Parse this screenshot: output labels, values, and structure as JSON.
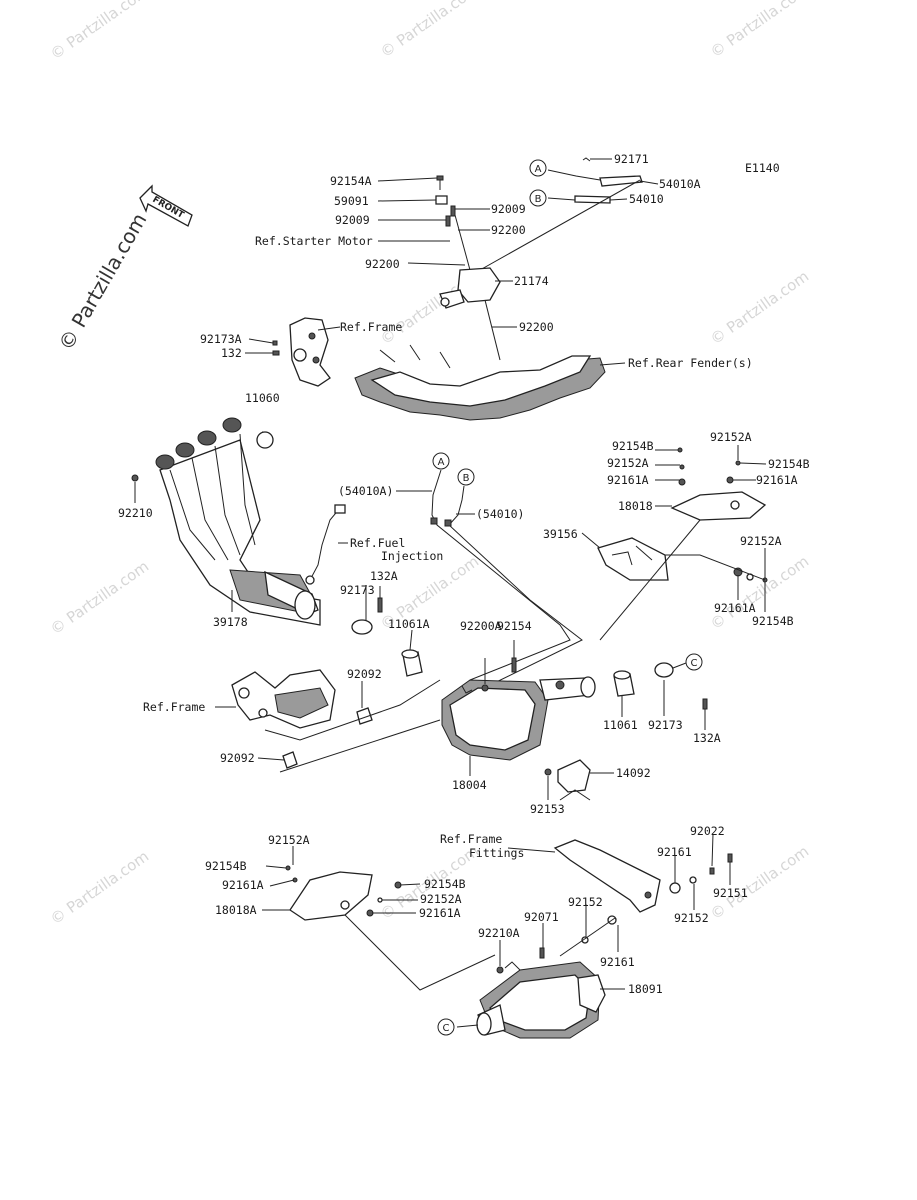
{
  "diagram_code": "E1140",
  "watermark": "© Partzilla.com",
  "big_watermark": "© Partzilla.com",
  "front_label": "FRONT",
  "callouts": [
    "A",
    "B",
    "A",
    "B",
    "C",
    "C"
  ],
  "labels": {
    "p92171": "92171",
    "p54010A": "54010A",
    "p54010": "54010",
    "p92154A": "92154A",
    "p59091": "59091",
    "p92009a": "92009",
    "p92009b": "92009",
    "p92200a": "92200",
    "ref_starter": "Ref.Starter Motor",
    "p92200b": "92200",
    "p21174": "21174",
    "p92173A": "92173A",
    "ref_frame1": "Ref.Frame",
    "p132": "132",
    "p92200c": "92200",
    "ref_rear_fender": "Ref.Rear Fender(s)",
    "p11060": "11060",
    "p92210": "92210",
    "p54010A_paren": "(54010A)",
    "p54010_paren": "(54010)",
    "ref_fuel1": "Ref.Fuel",
    "ref_fuel2": "Injection",
    "p132A": "132A",
    "p92173": "92173",
    "p39178": "39178",
    "p11061A": "11061A",
    "p92154B_r1": "92154B",
    "p92152A_r1": "92152A",
    "p92152A_r2": "92152A",
    "p92154B_r2": "92154B",
    "p92161A_r1": "92161A",
    "p92161A_r2": "92161A",
    "p18018": "18018",
    "p39156": "39156",
    "p92152A_r3": "92152A",
    "p92161A_r3": "92161A",
    "p92154B_r3": "92154B",
    "p92200A": "92200A",
    "p92154": "92154",
    "ref_frame2": "Ref.Frame",
    "p92092a": "92092",
    "p92092b": "92092",
    "p11061": "11061",
    "p92173b": "92173",
    "p132A_b": "132A",
    "p18004": "18004",
    "p14092": "14092",
    "p92153": "92153",
    "ref_frame_fit1": "Ref.Frame",
    "ref_frame_fit2": "Fittings",
    "p92022": "92022",
    "p92161a": "92161",
    "p92151": "92151",
    "p92152b": "92152",
    "p92152A_l1": "92152A",
    "p92154B_l1": "92154B",
    "p92161A_l1": "92161A",
    "p18018A": "18018A",
    "p92154B_l2": "92154B",
    "p92152A_l2": "92152A",
    "p92161A_l2": "92161A",
    "p92152c": "92152",
    "p92071": "92071",
    "p92210A": "92210A",
    "p92161b": "92161",
    "p18091": "18091"
  }
}
